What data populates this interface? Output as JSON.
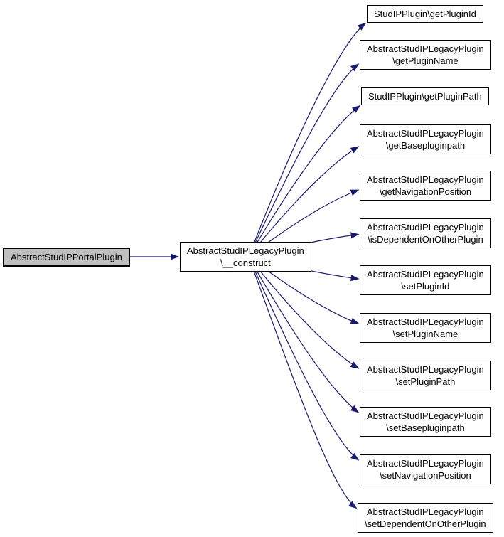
{
  "diagram": {
    "type": "call-graph",
    "background_color": "#ffffff",
    "edge_color": "#191970",
    "node_fill": "#ffffff",
    "node_border_color": "#000000",
    "selected_node_fill": "#bfbfbf",
    "caller": {
      "lines": [
        "AbstractStudIPPortalPlugin"
      ]
    },
    "center": {
      "lines": [
        "AbstractStudIPLegacyPlugin",
        "\\__construct"
      ]
    },
    "callees": [
      {
        "lines": [
          "StudIPPlugin\\getPluginId"
        ]
      },
      {
        "lines": [
          "AbstractStudIPLegacyPlugin",
          "\\getPluginName"
        ]
      },
      {
        "lines": [
          "StudIPPlugin\\getPluginPath"
        ]
      },
      {
        "lines": [
          "AbstractStudIPLegacyPlugin",
          "\\getBasepluginpath"
        ]
      },
      {
        "lines": [
          "AbstractStudIPLegacyPlugin",
          "\\getNavigationPosition"
        ]
      },
      {
        "lines": [
          "AbstractStudIPLegacyPlugin",
          "\\isDependentOnOtherPlugin"
        ]
      },
      {
        "lines": [
          "AbstractStudIPLegacyPlugin",
          "\\setPluginId"
        ]
      },
      {
        "lines": [
          "AbstractStudIPLegacyPlugin",
          "\\setPluginName"
        ]
      },
      {
        "lines": [
          "AbstractStudIPLegacyPlugin",
          "\\setPluginPath"
        ]
      },
      {
        "lines": [
          "AbstractStudIPLegacyPlugin",
          "\\setBasepluginpath"
        ]
      },
      {
        "lines": [
          "AbstractStudIPLegacyPlugin",
          "\\setNavigationPosition"
        ]
      },
      {
        "lines": [
          "AbstractStudIPLegacyPlugin",
          "\\setDependentOnOtherPlugin"
        ]
      }
    ]
  }
}
